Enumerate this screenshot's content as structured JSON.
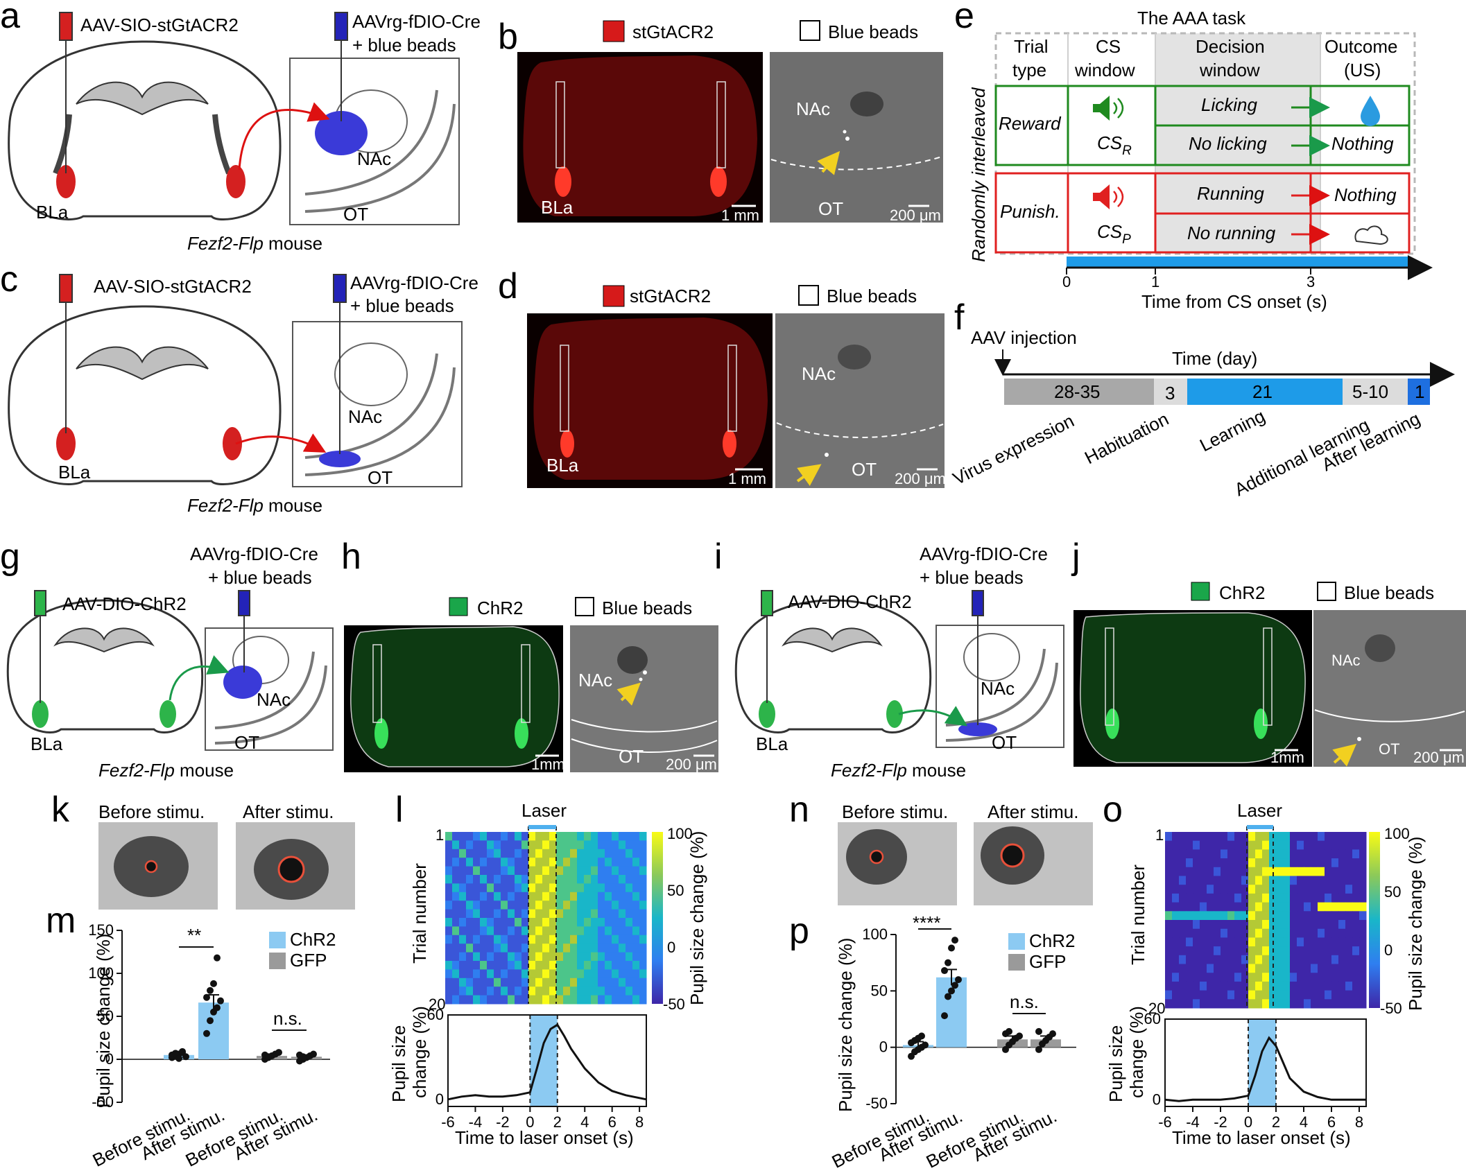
{
  "panels": {
    "a": {
      "letter": "a",
      "inj_left": "AAV-SIO-stGtACR2",
      "inj_right_1": "AAVrg-fDIO-Cre",
      "inj_right_2": "+ blue beads",
      "region_bla": "BLa",
      "region_nac": "NAc",
      "region_ot": "OT",
      "mouse_italic": "Fezf2-Flp",
      "mouse_word": "mouse"
    },
    "b": {
      "letter": "b",
      "legend_red": "stGtACR2",
      "legend_white": "Blue beads",
      "bla": "BLa",
      "nac": "NAc",
      "ot": "OT",
      "scale_left": "1 mm",
      "scale_right": "200 μm"
    },
    "c": {
      "letter": "c",
      "inj_left": "AAV-SIO-stGtACR2",
      "inj_right_1": "AAVrg-fDIO-Cre",
      "inj_right_2": "+ blue beads",
      "region_bla": "BLa",
      "region_nac": "NAc",
      "region_ot": "OT",
      "mouse_italic": "Fezf2-Flp",
      "mouse_word": "mouse"
    },
    "d": {
      "letter": "d",
      "legend_red": "stGtACR2",
      "legend_white": "Blue beads",
      "bla": "BLa",
      "nac": "NAc",
      "ot": "OT",
      "scale_left": "1 mm",
      "scale_right": "200 μm"
    },
    "e": {
      "letter": "e",
      "title": "The AAA task",
      "col_trial_1": "Trial",
      "col_trial_2": "type",
      "col_cs_1": "CS",
      "col_cs_2": "window",
      "col_dec_1": "Decision",
      "col_dec_2": "window",
      "col_out_1": "Outcome",
      "col_out_2": "(US)",
      "side_label": "Randomly interleaved",
      "reward": "Reward",
      "punish": "Punish.",
      "cs_r": "CS",
      "cs_r_sub": "R",
      "cs_p": "CS",
      "cs_p_sub": "P",
      "licking": "Licking",
      "no_licking": "No licking",
      "running": "Running",
      "no_running": "No running",
      "nothing": "Nothing",
      "ticks": [
        "0",
        "1",
        "3"
      ],
      "xlabel": "Time from CS onset (s)",
      "colors": {
        "reward": "#1f8a1f",
        "punish": "#e02020",
        "shade": "#e3e3e3",
        "bar": "#1e9be8"
      }
    },
    "f": {
      "letter": "f",
      "injection": "AAV injection",
      "axis": "Time (day)",
      "segments": [
        {
          "value": "28-35",
          "label": "Virus expression",
          "color": "#a8a8a8"
        },
        {
          "value": "3",
          "label": "Habituation",
          "color": "#dcdcdc"
        },
        {
          "value": "21",
          "label": "Learning",
          "color": "#1e9be8"
        },
        {
          "value": "5-10",
          "label": "Additional learning",
          "color": "#dcdcdc"
        },
        {
          "value": "1",
          "label": "After learning",
          "color": "#1e6fe0"
        }
      ]
    },
    "g": {
      "letter": "g",
      "inj_left": "AAV-DIO-ChR2",
      "inj_right_1": "AAVrg-fDIO-Cre",
      "inj_right_2": "+ blue beads",
      "region_bla": "BLa",
      "region_nac": "NAc",
      "region_ot": "OT",
      "mouse_italic": "Fezf2-Flp",
      "mouse_word": "mouse"
    },
    "h": {
      "letter": "h",
      "legend_green": "ChR2",
      "legend_white": "Blue beads",
      "nac": "NAc",
      "ot": "OT",
      "scale_left": "1mm",
      "scale_right": "200 μm"
    },
    "i": {
      "letter": "i",
      "inj_left": "AAV-DIO-ChR2",
      "inj_right_1": "AAVrg-fDIO-Cre",
      "inj_right_2": "+ blue beads",
      "region_bla": "BLa",
      "region_nac": "NAc",
      "region_ot": "OT",
      "mouse_italic": "Fezf2-Flp",
      "mouse_word": "mouse"
    },
    "j": {
      "letter": "j",
      "legend_green": "ChR2",
      "legend_white": "Blue beads",
      "nac": "NAc",
      "ot": "OT",
      "scale_left": "1mm",
      "scale_right": "200 μm"
    },
    "k": {
      "letter": "k",
      "before": "Before stimu.",
      "after": "After stimu."
    },
    "n": {
      "letter": "n",
      "before": "Before stimu.",
      "after": "After stimu."
    },
    "l": {
      "letter": "l",
      "laser": "Laser",
      "ylabel": "Trial number",
      "y_top": "1",
      "y_bottom": "20",
      "cbar_label": "Pupil size change (%)",
      "cbar_ticks": [
        "100",
        "50",
        "0",
        "-50"
      ],
      "trace_ylabel_1": "Pupil size",
      "trace_ylabel_2": "change (%)",
      "trace_ticks": [
        "60",
        "0"
      ],
      "xlabel": "Time to laser onset (s)"
    },
    "o": {
      "letter": "o",
      "laser": "Laser",
      "ylabel": "Trial number",
      "y_top": "1",
      "y_bottom": "20",
      "cbar_label": "Pupil size change (%)",
      "cbar_ticks": [
        "100",
        "50",
        "0",
        "-50"
      ],
      "trace_ylabel_1": "Pupil size",
      "trace_ylabel_2": "change (%)",
      "trace_ticks": [
        "60",
        "0"
      ],
      "xlabel": "Time to laser onset (s)"
    },
    "m": {
      "letter": "m",
      "sig_chr2": "**",
      "sig_gfp": "n.s.",
      "legend_chr2": "ChR2",
      "legend_gfp": "GFP"
    },
    "p": {
      "letter": "p",
      "sig_chr2": "****",
      "sig_gfp": "n.s.",
      "legend_chr2": "ChR2",
      "legend_gfp": "GFP"
    }
  },
  "chart_data": [
    {
      "panel": "m",
      "type": "bar",
      "ylabel": "Pupil size change (%)",
      "ylim": [
        -50,
        150
      ],
      "yticks": [
        -50,
        0,
        50,
        100,
        150
      ],
      "categories": [
        "Before stimu.",
        "After stimu.",
        "Before stimu.",
        "After stimu."
      ],
      "series": [
        {
          "name": "ChR2",
          "color": "#8ccaf2",
          "values": [
            5,
            66
          ],
          "sem": [
            3,
            9
          ],
          "points": [
            [
              2,
              4,
              6,
              8,
              3,
              5,
              7,
              1,
              9
            ],
            [
              30,
              45,
              55,
              60,
              68,
              72,
              80,
              88,
              118
            ]
          ]
        },
        {
          "name": "GFP",
          "color": "#9a9a9a",
          "values": [
            4,
            3
          ],
          "sem": [
            2,
            2
          ],
          "points": [
            [
              0,
              2,
              4,
              6,
              8,
              5,
              3
            ],
            [
              -2,
              0,
              2,
              4,
              6,
              5,
              3
            ]
          ]
        }
      ],
      "significance": [
        "**",
        "n.s."
      ]
    },
    {
      "panel": "p",
      "type": "bar",
      "ylabel": "Pupil size change (%)",
      "ylim": [
        -50,
        100
      ],
      "yticks": [
        -50,
        0,
        50,
        100
      ],
      "categories": [
        "Before stimu.",
        "After stimu.",
        "Before stimu.",
        "After stimu."
      ],
      "series": [
        {
          "name": "ChR2",
          "color": "#8ccaf2",
          "values": [
            2,
            62
          ],
          "sem": [
            3,
            7
          ],
          "points": [
            [
              -8,
              -4,
              -2,
              0,
              2,
              4,
              6,
              8,
              10
            ],
            [
              28,
              45,
              50,
              55,
              60,
              68,
              75,
              88,
              95
            ]
          ]
        },
        {
          "name": "GFP",
          "color": "#9a9a9a",
          "values": [
            7,
            7
          ],
          "sem": [
            3,
            3
          ],
          "points": [
            [
              -2,
              2,
              5,
              8,
              10,
              12,
              14
            ],
            [
              -2,
              3,
              6,
              9,
              12,
              14
            ]
          ]
        }
      ],
      "significance": [
        "****",
        "n.s."
      ]
    },
    {
      "panel": "l",
      "type": "line",
      "xlabel": "Time to laser onset (s)",
      "ylabel": "Pupil size change (%)",
      "xlim": [
        -6,
        8.5
      ],
      "ylim": [
        -5,
        60
      ],
      "xticks": [
        -6,
        -4,
        -2,
        0,
        2,
        4,
        6,
        8
      ],
      "laser_window": [
        0,
        2
      ],
      "x": [
        -6,
        -5,
        -4,
        -3,
        -2,
        -1,
        0,
        0.5,
        1,
        1.5,
        2,
        2.5,
        3,
        4,
        5,
        6,
        7,
        8,
        8.5
      ],
      "y": [
        0,
        2,
        3,
        2,
        2,
        3,
        5,
        22,
        40,
        50,
        53,
        45,
        36,
        22,
        12,
        6,
        3,
        1,
        0
      ]
    },
    {
      "panel": "o",
      "type": "line",
      "xlabel": "Time to laser onset (s)",
      "ylabel": "Pupil size change (%)",
      "xlim": [
        -6,
        8.5
      ],
      "ylim": [
        -5,
        60
      ],
      "xticks": [
        -6,
        -4,
        -2,
        0,
        2,
        4,
        6,
        8
      ],
      "laser_window": [
        0,
        2
      ],
      "x": [
        -6,
        -5,
        -4,
        -3,
        -2,
        -1,
        0,
        0.5,
        1,
        1.5,
        2,
        2.5,
        3,
        4,
        5,
        6,
        7,
        8,
        8.5
      ],
      "y": [
        0,
        -1,
        0,
        0,
        0,
        1,
        3,
        18,
        36,
        46,
        40,
        28,
        16,
        6,
        2,
        0,
        0,
        0,
        0
      ]
    }
  ]
}
